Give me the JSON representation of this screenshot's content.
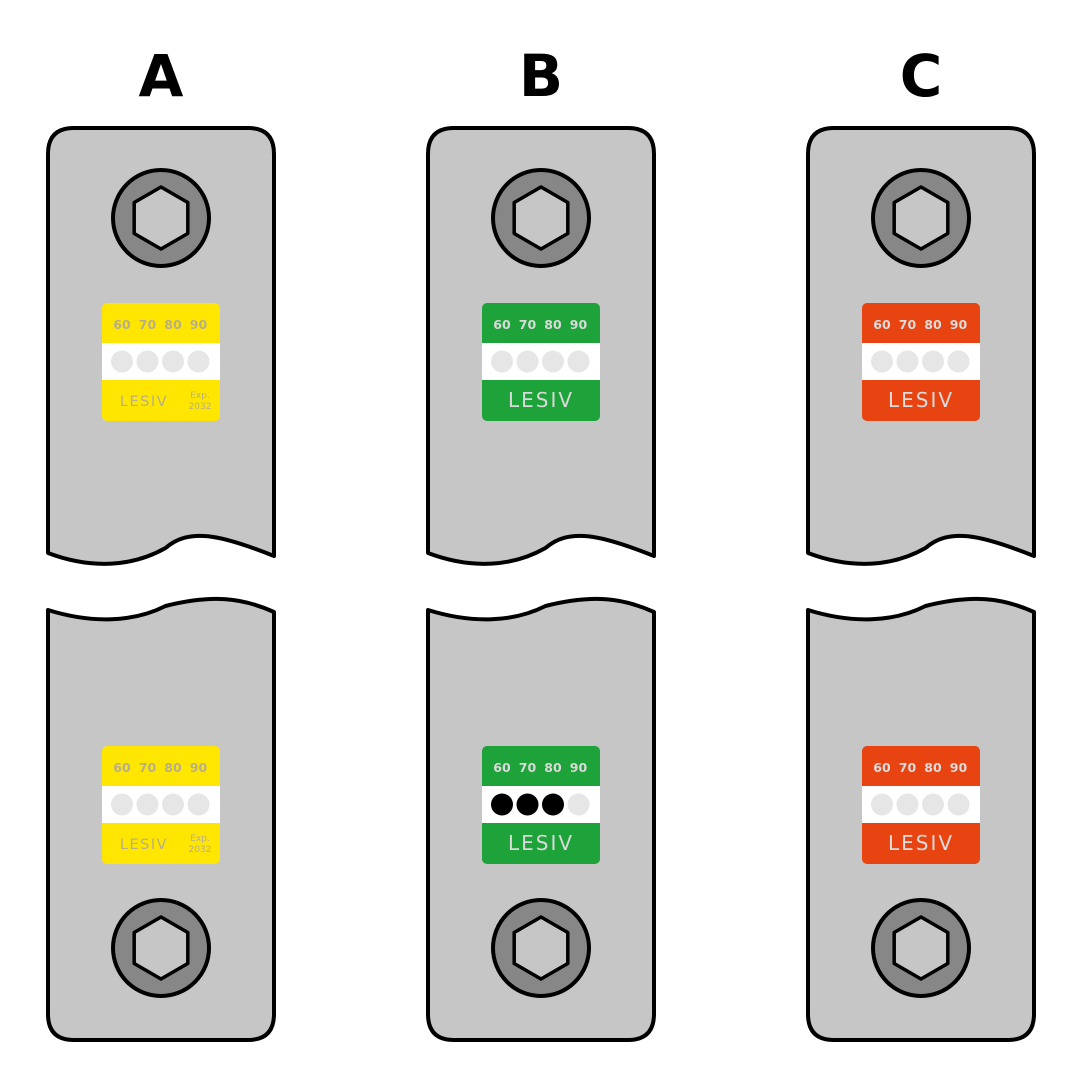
{
  "colors": {
    "plate": "#c7c6c7",
    "outline": "#000000",
    "bolt_ring": "#878787",
    "bolt_hex": "#c7c6c7",
    "label_band": "#ffffff",
    "dot_empty": "#e6e6e6",
    "dot_filled": "#000000"
  },
  "columns": [
    {
      "letter": "A",
      "label_color": "#ffe600",
      "text_color": "#b7ae8a",
      "labels": [
        {
          "temps": [
            "60",
            "70",
            "80",
            "90"
          ],
          "filled": [
            false,
            false,
            false,
            false
          ],
          "brand": "LESIV",
          "exp_line1": "Exp.",
          "exp_line2": "2032"
        },
        {
          "temps": [
            "60",
            "70",
            "80",
            "90"
          ],
          "filled": [
            false,
            false,
            false,
            false
          ],
          "brand": "LESIV",
          "exp_line1": "Exp.",
          "exp_line2": "2032"
        }
      ]
    },
    {
      "letter": "B",
      "label_color": "#1ea33a",
      "text_color": "#d9d9d9",
      "labels": [
        {
          "temps": [
            "60",
            "70",
            "80",
            "90"
          ],
          "filled": [
            false,
            false,
            false,
            false
          ],
          "brand": "LESIV"
        },
        {
          "temps": [
            "60",
            "70",
            "80",
            "90"
          ],
          "filled": [
            true,
            true,
            true,
            false
          ],
          "brand": "LESIV"
        }
      ]
    },
    {
      "letter": "C",
      "label_color": "#e84412",
      "text_color": "#dcdcdc",
      "labels": [
        {
          "temps": [
            "60",
            "70",
            "80",
            "90"
          ],
          "filled": [
            false,
            false,
            false,
            false
          ],
          "brand": "LESIV"
        },
        {
          "temps": [
            "60",
            "70",
            "80",
            "90"
          ],
          "filled": [
            false,
            false,
            false,
            false
          ],
          "brand": "LESIV"
        }
      ]
    }
  ]
}
